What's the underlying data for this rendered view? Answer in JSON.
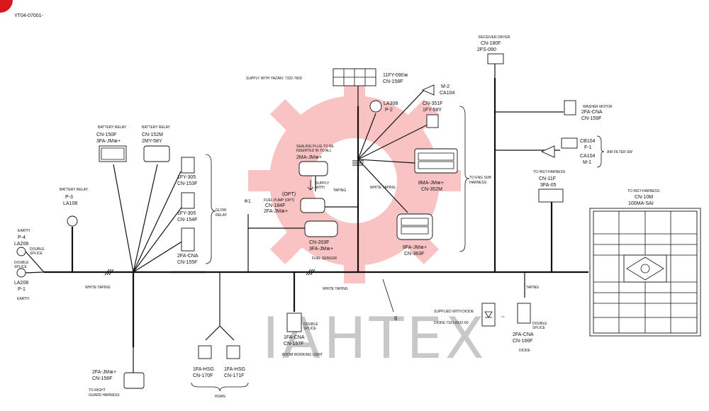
{
  "page_code": "YT04-07001-",
  "watermark": "IAHTEX",
  "labels": {
    "battery_relay_1": [
      "BATTERY RELAY",
      "CN-150F",
      "3FA-JM≣+"
    ],
    "battery_relay_2": [
      "BATTERY RELAY",
      "CN-152M",
      "2MY-58Y"
    ],
    "battery_relay_3": [
      "BATTERY RELAY",
      "P-3",
      "LA108"
    ],
    "earth_top": [
      "EARTH",
      "P-4",
      "LA208"
    ],
    "double_splice_left_1": [
      "DOUBLE",
      "SPLICE"
    ],
    "double_splice_left_2": [
      "DOUBLE",
      "SPLICE"
    ],
    "earth_bottom": [
      "LA208",
      "P-1"
    ],
    "earth_word": "EARTH",
    "cn153": [
      "1FY-305",
      "CN-153F"
    ],
    "cn154": [
      "1FY-305",
      "CN-154F"
    ],
    "cn155": [
      "2FA-CNA",
      "CN-155F"
    ],
    "glow_relay": [
      "GLOW",
      "RELAY"
    ],
    "white_taping_1": "WHITE TAPING",
    "white_taping_2": "WHITE TAPING",
    "white_taping_3": "WHITE TAPING",
    "taping_1": "TAPING",
    "taping_2": "TAPING",
    "cn156": [
      "2FA-JM≣+",
      "CN-156F"
    ],
    "to_right_guard": [
      "TO RIGHT",
      "GUARD HARNESS"
    ],
    "sealing_plug": [
      "SEALING PLUG TO BE",
      "INSERTED IN TO ALL"
    ],
    "cn_2ma": "2MA-JM≣+",
    "supply_with": [
      "SUPPLY",
      "WITH"
    ],
    "opt": "(OPT)",
    "fuel_pump": [
      "FUEL PUMP (OPT)",
      "CN-184F",
      "2FA-JM≣+"
    ],
    "mark_x1": "※1",
    "cn203": [
      "CN-203F",
      "3FA-JM≣+"
    ],
    "fuel_sensor": "FUEL SENSOR",
    "cn157": [
      "1FA-CNA",
      "CN-157F"
    ],
    "double_splice_mid": [
      "DOUBLE",
      "SPLICE"
    ],
    "boom_light": "BOOM WORKING LIGHT",
    "horn_cn170": [
      "1FA-HSG",
      "CN-170F"
    ],
    "horn_cn171": [
      "1FA-HSG",
      "CN-171F"
    ],
    "horn": "HORN",
    "supply_yazaki": "SUPPLY WITH YAZAKI: 7322-7818",
    "cn158": [
      "11FY-090≣",
      "CN-158F"
    ],
    "la308": [
      "LA308",
      "P-2"
    ],
    "ca104_top": [
      "M-2",
      "CA104"
    ],
    "cn351": [
      "CN-351F",
      "1FY-58Y"
    ],
    "cn352": [
      "8MA-JM≣+",
      "CN-352M"
    ],
    "to_eng_sub": [
      "TO ENG SUB",
      "HARNESS"
    ],
    "cn363": [
      "8FA-JM≣+",
      "CN-363F"
    ],
    "number_6": "6",
    "receiver_dryer": [
      "RECEIVER DRYER",
      "CN-180F",
      "2FS-090"
    ],
    "washer_motor": [
      "WASHER MOTOR",
      "2FA-CNA",
      "CN-159F"
    ],
    "cb104": [
      "CB104",
      "F-1"
    ],
    "ca104_right": [
      "CA104",
      "M-1"
    ],
    "air_filter": "AIR FILTER SW",
    "to_inst_1": [
      "TO INST-HARNESS",
      "CN-11F",
      "3FA-05"
    ],
    "to_inst_2": [
      "TO INST-HARNESS",
      "CN-10M",
      "100MA-SAI"
    ],
    "supplied_diode": "SUPPLIED WITH DIODE",
    "diode_num": "DIODE:7321-8332-00",
    "cn166": [
      "2FA-CNA",
      "CN-166F"
    ],
    "diode_word": "DIODE",
    "double_splice_right": [
      "DOUBLE",
      "SPLICE"
    ]
  }
}
